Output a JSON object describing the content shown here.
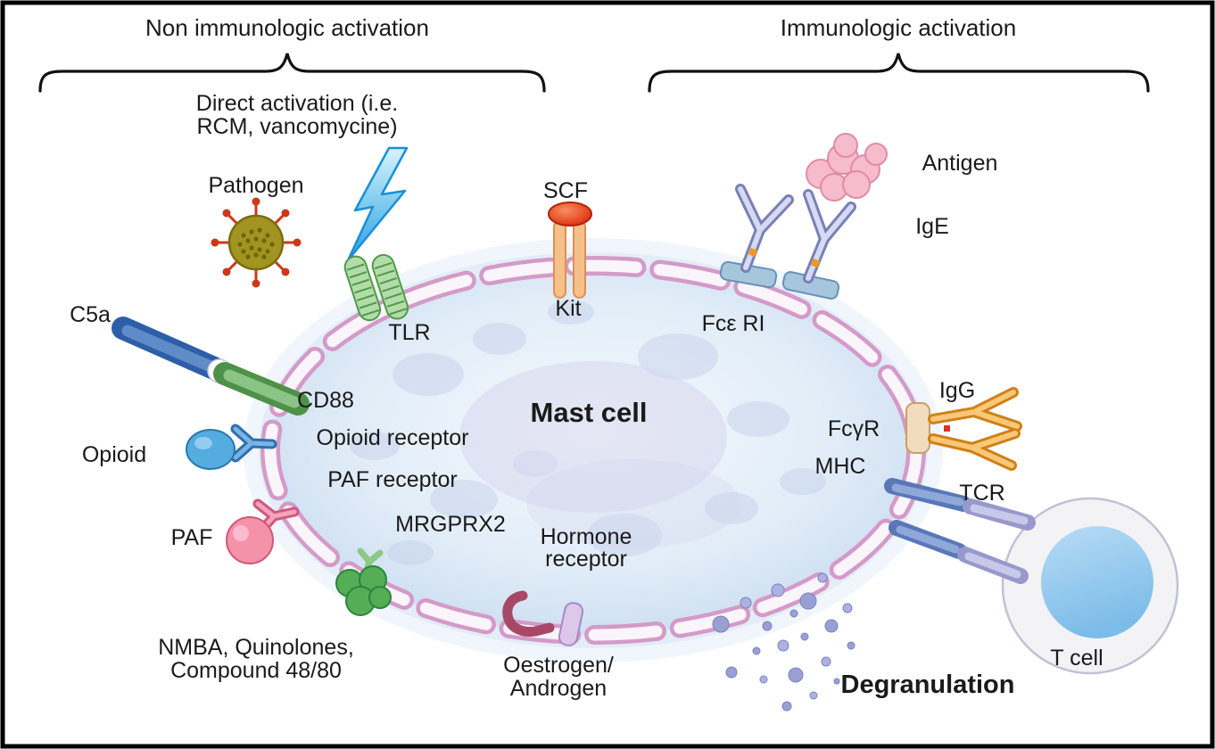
{
  "title_left": "Non immunologic activation",
  "title_right": "Immunologic activation",
  "labels": {
    "direct_activation_1": "Direct activation (i.e.",
    "direct_activation_2": "RCM, vancomycine)",
    "pathogen": "Pathogen",
    "scf": "SCF",
    "kit": "Kit",
    "antigen": "Antigen",
    "ige": "IgE",
    "tlr": "TLR",
    "c5a": "C5a",
    "cd88": "CD88",
    "fceri": "Fcε RI",
    "mast_cell": "Mast cell",
    "igg": "IgG",
    "fcgr": "FcγR",
    "opioid": "Opioid",
    "opioid_receptor": "Opioid receptor",
    "mhc": "MHC",
    "tcr": "TCR",
    "paf_receptor": "PAF receptor",
    "paf": "PAF",
    "mrgprx2": "MRGPRX2",
    "hormone_1": "Hormone",
    "hormone_2": "receptor",
    "t_cell": "T cell",
    "nmba_1": "NMBA, Quinolones,",
    "nmba_2": "Compound 48/80",
    "oestrogen_1": "Oestrogen/",
    "oestrogen_2": "Androgen",
    "degranulation": "Degranulation"
  },
  "colors": {
    "membrane_outline": "#d49ac8",
    "cell_fill": "#d9e7f6",
    "bolt_blue": "#2fa8e6",
    "antigen_pink": "#f6bccb",
    "antibody_lavender": "#aab2dc",
    "igg_orange": "#f0a040",
    "t_cell_blue": "#8ec6ee",
    "degranulation_purple": "#9aa0d4",
    "c5a_blue": "#3a6cb8",
    "cd88_green": "#7ab878",
    "opioid_blue": "#55acdf",
    "paf_pink": "#f492aa",
    "mrgprx2_green": "#55ad55",
    "scf_red": "#e84818",
    "kit_orange": "#f5c08a",
    "tlr_green": "#b4dcaa"
  }
}
